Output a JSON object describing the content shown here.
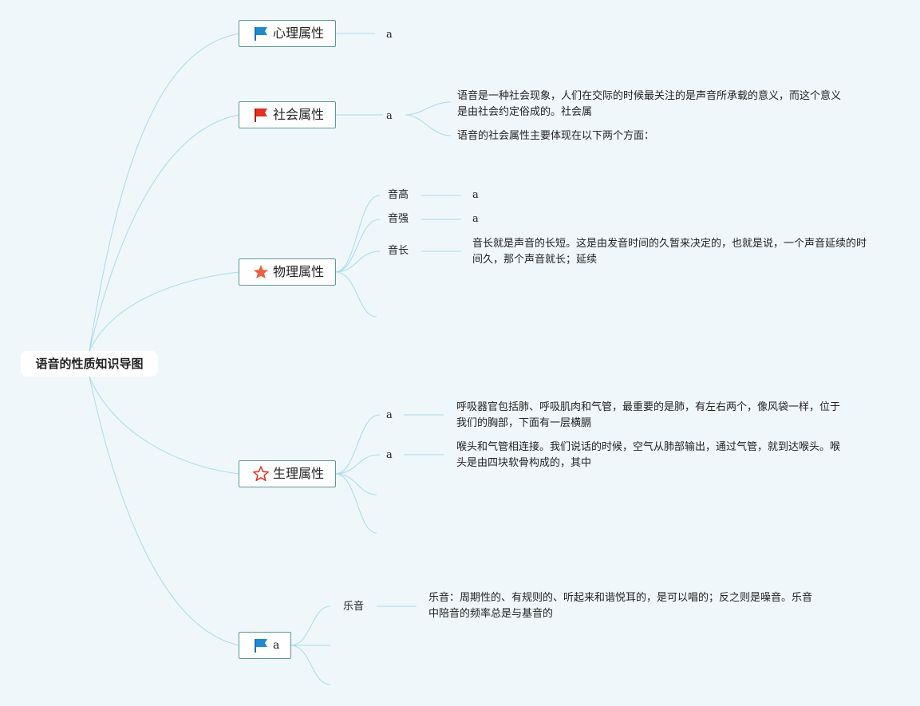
{
  "root": {
    "label": "语音的性质知识导图"
  },
  "branches": [
    {
      "label": "心理属性",
      "icon": "blue-flag-icon"
    },
    {
      "label": "社会属性",
      "icon": "red-flag-icon"
    },
    {
      "label": "物理属性",
      "icon": "orange-star-icon"
    },
    {
      "label": "生理属性",
      "icon": "outline-star-icon"
    },
    {
      "label": "a",
      "icon": "blue-flag-icon"
    }
  ],
  "xinli": {
    "child": "a"
  },
  "shehui": {
    "child": "a",
    "line1": "语音是一种社会现象，人们在交际的时候最关注的是声音所承载的意义，而这个意义是由社会约定俗成的。社会属",
    "line2": "语音的社会属性主要体现在以下两个方面："
  },
  "wuli": {
    "pitch": "音高",
    "pitch_val": "a",
    "intensity": "音强",
    "intensity_val": "a",
    "length": "音长",
    "length_desc": "音长就是声音的长短。这是由发音时间的久暂来决定的，也就是说，一个声音延续的时间久，那个声音就长；延续"
  },
  "shengli": {
    "child1": "a",
    "desc1": "呼吸器官包括肺、呼吸肌肉和气管，最重要的是肺，有左右两个，像风袋一样，位于我们的胸部，下面有一层横膈",
    "child2": "a",
    "desc2": "喉头和气管相连接。我们说话的时候，空气从肺部输出，通过气管，就到达喉头。喉头是由四块软骨构成的，其中"
  },
  "fifth": {
    "child": "乐音",
    "desc": "乐音：周期性的、有规则的、听起来和谐悦耳的，是可以唱的；反之则是噪音。乐音中陪音的频率总是与基音的"
  }
}
